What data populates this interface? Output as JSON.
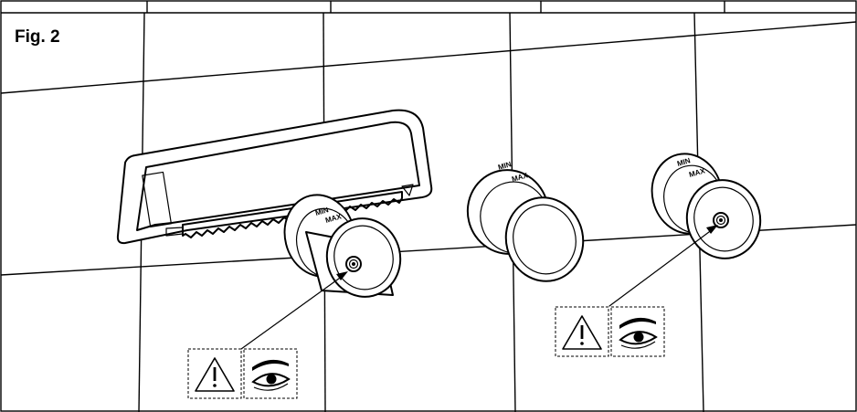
{
  "figure": {
    "label": "Fig. 2"
  },
  "valves": {
    "scale_min_label": "MIN",
    "scale_max_label": "MAX"
  },
  "icons": {
    "warning": "warning-triangle-icon",
    "inspect": "eye-icon"
  },
  "colors": {
    "ink": "#000000",
    "background": "#ffffff"
  }
}
